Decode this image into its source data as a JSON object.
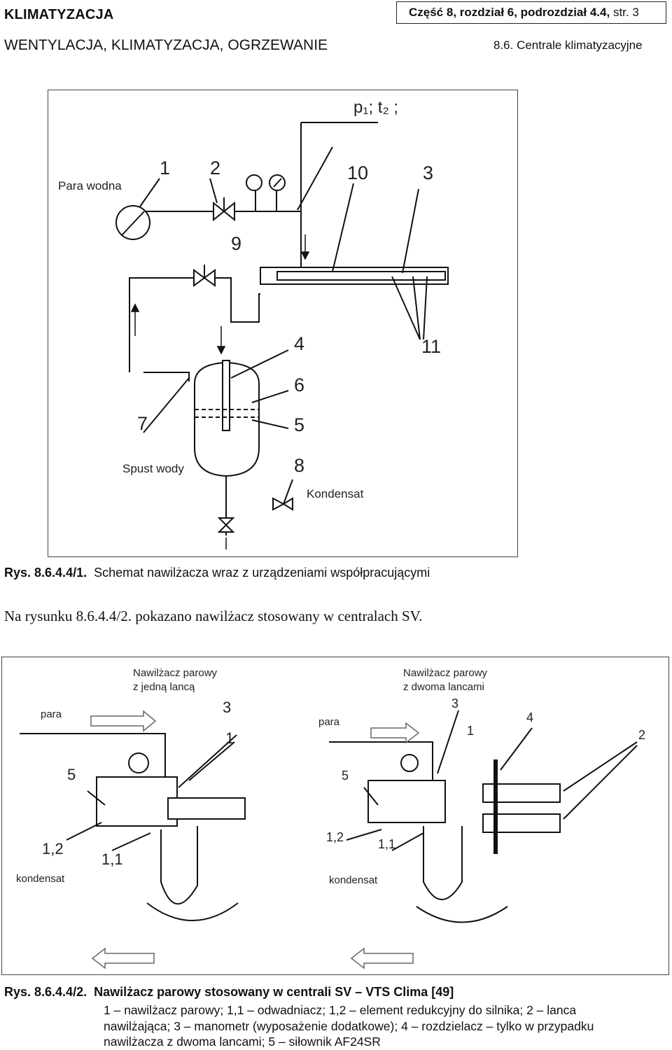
{
  "header": {
    "title": "KLIMATYZACJA",
    "section_ref": "Część 8, rozdział 6, podrozdział 4.4,",
    "page_ref": "str. 3",
    "subtitle": "WENTYLACJA, KLIMATYZACJA, OGRZEWANIE",
    "chapter": "8.6. Centrale klimatyzacyjne"
  },
  "figure1": {
    "labels": {
      "para_wodna": "Para wodna",
      "spust_wody": "Spust wody",
      "kondensat": "Kondensat",
      "p_t": "p₁;  t₂ ;"
    },
    "numbers": [
      "1",
      "2",
      "10",
      "3",
      "9",
      "4",
      "11",
      "6",
      "7",
      "5",
      "8"
    ],
    "caption_id": "Rys. 8.6.4.4/1.",
    "caption_text": "Schemat nawilżacza wraz z urządzeniami współpracującymi"
  },
  "body_text": "Na rysunku 8.6.4.4/2. pokazano nawilżacz stosowany w centralach SV.",
  "figure2": {
    "left_title_1": "Nawilżacz parowy",
    "left_title_2": "z jedną lancą",
    "right_title_1": "Nawilżacz parowy",
    "right_title_2": "z dwoma lancami",
    "para_left": "para",
    "para_right": "para",
    "kondensat_left": "kondensat",
    "kondensat_right": "kondensat",
    "left_numbers": [
      "3",
      "1",
      "5",
      "1,2",
      "1,1"
    ],
    "right_numbers": [
      "3",
      "4",
      "1",
      "2",
      "5",
      "1,2",
      "1,1"
    ],
    "caption_id": "Rys. 8.6.4.4/2.",
    "caption_text": "Nawilżacz parowy stosowany w centrali SV – VTS Clima [49]",
    "legend_lines": [
      "1 – nawilżacz parowy; 1,1 – odwadniacz; 1,2 – element redukcyjny do silnika; 2 – lanca",
      "nawilżająca; 3 – manometr (wyposażenie dodatkowe); 4 – rozdzielacz – tylko w przypadku",
      "nawilżacza z dwoma lancami; 5 – siłownik AF24SR"
    ]
  }
}
